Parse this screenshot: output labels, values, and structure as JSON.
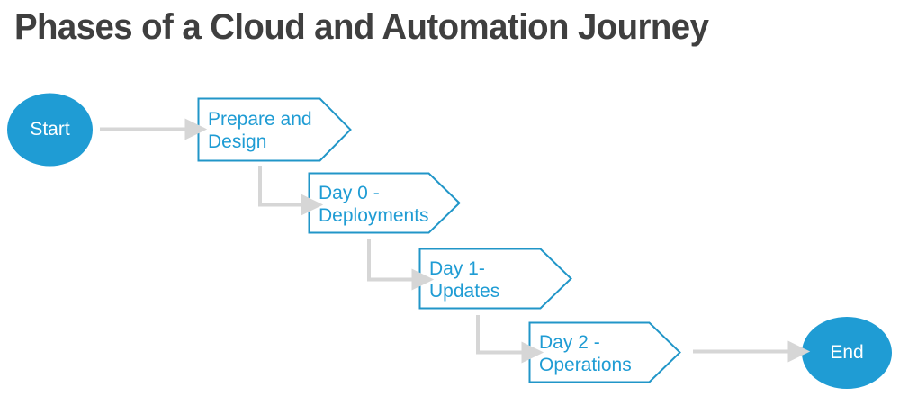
{
  "title": "Phases of a Cloud and Automation Journey",
  "colors": {
    "accent_blue": "#1f9cd4",
    "chevron_stroke": "#2196c8",
    "chevron_fill": "#ffffff",
    "connector_gray": "#d6d6d6",
    "title_gray": "#3f3f3f",
    "terminator_text": "#ffffff"
  },
  "nodes": {
    "start": {
      "label": "Start",
      "shape": "ellipse",
      "fill": "#1f9cd4"
    },
    "end": {
      "label": "End",
      "shape": "ellipse",
      "fill": "#1f9cd4"
    },
    "phases": [
      {
        "id": "prepare-and-design",
        "label": "Prepare and\nDesign",
        "line1": "Prepare and",
        "line2": "Design",
        "shape": "chevron"
      },
      {
        "id": "day-0-deployments",
        "label": "Day 0 -\nDeployments",
        "line1": "Day 0 -",
        "line2": "Deployments",
        "shape": "chevron"
      },
      {
        "id": "day-1-updates",
        "label": "Day 1-\nUpdates",
        "line1": "Day 1-",
        "line2": "Updates",
        "shape": "chevron"
      },
      {
        "id": "day-2-operations",
        "label": "Day 2 -\nOperations",
        "line1": "Day 2 -",
        "line2": "Operations",
        "shape": "chevron"
      }
    ]
  },
  "connectors": [
    {
      "id": "start-to-prepare",
      "type": "straight-arrow"
    },
    {
      "id": "prepare-to-day0",
      "type": "elbow-arrow"
    },
    {
      "id": "day0-to-day1",
      "type": "elbow-arrow"
    },
    {
      "id": "day1-to-day2",
      "type": "elbow-arrow"
    },
    {
      "id": "day2-to-end",
      "type": "straight-arrow"
    }
  ]
}
